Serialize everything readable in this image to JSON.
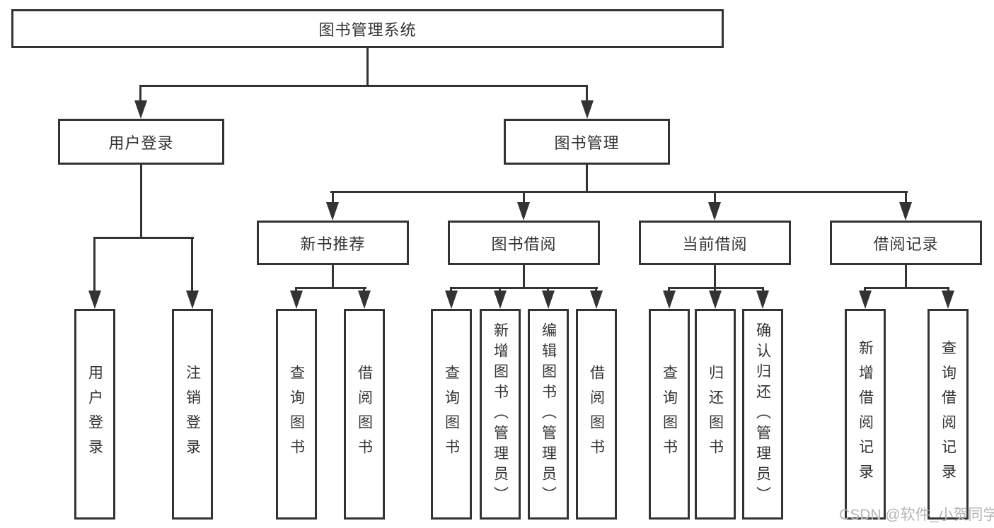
{
  "diagram": {
    "type": "hierarchy-tree",
    "root": {
      "label": "图书管理系统"
    },
    "branches": {
      "user_login": {
        "label": "用户登录"
      },
      "book_management": {
        "label": "图书管理"
      }
    },
    "modules": {
      "new_book_recommend": {
        "label": "新书推荐"
      },
      "book_borrow": {
        "label": "图书借阅"
      },
      "current_borrow": {
        "label": "当前借阅"
      },
      "borrow_records": {
        "label": "借阅记录"
      }
    },
    "leaves": {
      "user_login": {
        "label": "用户登录",
        "parent": "用户登录"
      },
      "logout": {
        "label": "注销登录",
        "parent": "用户登录"
      },
      "query_books_recommend": {
        "label": "查询图书",
        "parent": "新书推荐"
      },
      "borrow_books_recommend": {
        "label": "借阅图书",
        "parent": "新书推荐"
      },
      "query_books_borrow": {
        "label": "查询图书",
        "parent": "图书借阅"
      },
      "add_books_admin": {
        "label": "新增图书（管理员）",
        "parent": "图书借阅"
      },
      "edit_books_admin": {
        "label": "编辑图书（管理员）",
        "parent": "图书借阅"
      },
      "borrow_books_borrow": {
        "label": "借阅图书",
        "parent": "图书借阅"
      },
      "query_books_current": {
        "label": "查询图书",
        "parent": "当前借阅"
      },
      "return_books": {
        "label": "归还图书",
        "parent": "当前借阅"
      },
      "confirm_return_admin": {
        "label": "确认归还（管理员）",
        "parent": "当前借阅"
      },
      "add_borrow_record": {
        "label": "新增借阅记录",
        "parent": "借阅记录"
      },
      "query_borrow_record": {
        "label": "查询借阅记录",
        "parent": "借阅记录"
      }
    }
  },
  "watermark": {
    "text": "CSDN @软件_小贺同学"
  },
  "colors": {
    "line": "#333333",
    "text": "#333333",
    "node_fill": "#ffffff",
    "watermark": "#b5b5b5",
    "background": "#ffffff"
  }
}
